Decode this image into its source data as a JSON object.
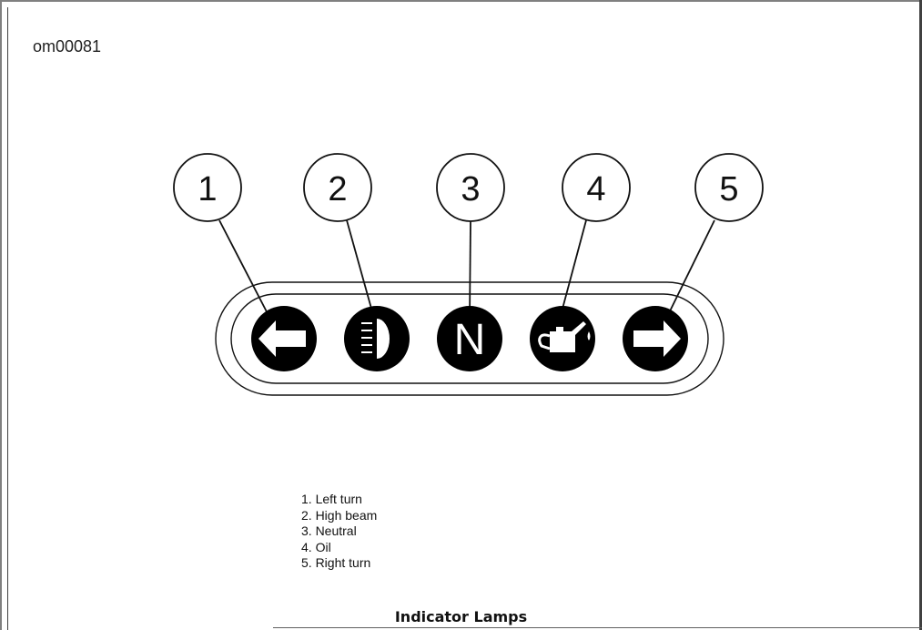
{
  "figure_id": "om00081",
  "callouts": [
    {
      "number": "1",
      "lamp": "left-turn"
    },
    {
      "number": "2",
      "lamp": "high-beam"
    },
    {
      "number": "3",
      "lamp": "neutral"
    },
    {
      "number": "4",
      "lamp": "oil"
    },
    {
      "number": "5",
      "lamp": "right-turn"
    }
  ],
  "lamp_glyph_neutral": "N",
  "legend": [
    "1. Left turn",
    "2. High beam",
    "3. Neutral",
    "4. Oil",
    "5. Right turn"
  ],
  "caption": "Indicator Lamps",
  "colors": {
    "lamp_fill": "#000000",
    "symbol": "#ffffff",
    "line": "#111111"
  }
}
